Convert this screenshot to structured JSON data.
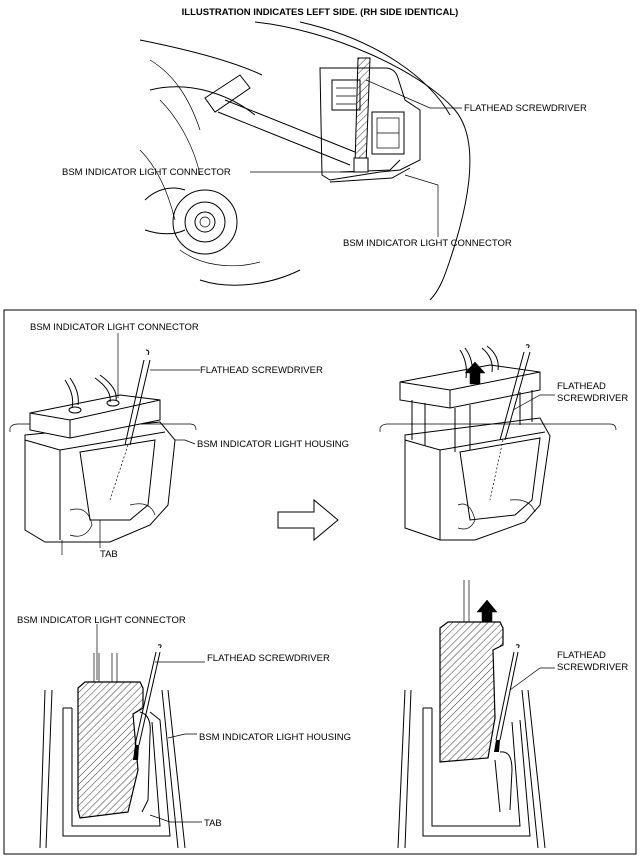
{
  "header": {
    "title": "ILLUSTRATION INDICATES LEFT SIDE. (RH SIDE IDENTICAL)"
  },
  "top_view": {
    "flathead_screwdriver": "FLATHEAD SCREWDRIVER",
    "connector_left": "BSM INDICATOR LIGHT CONNECTOR",
    "connector_bottom": "BSM INDICATOR LIGHT CONNECTOR"
  },
  "detail_upper_left": {
    "connector": "BSM INDICATOR LIGHT CONNECTOR",
    "screwdriver": "FLATHEAD SCREWDRIVER",
    "housing": "BSM INDICATOR LIGHT HOUSING",
    "tab": "TAB"
  },
  "detail_upper_right": {
    "screwdriver_line1": "FLATHEAD",
    "screwdriver_line2": "SCREWDRIVER"
  },
  "detail_lower_left": {
    "connector": "BSM INDICATOR LIGHT CONNECTOR",
    "screwdriver": "FLATHEAD SCREWDRIVER",
    "housing": "BSM INDICATOR LIGHT HOUSING",
    "tab": "TAB"
  },
  "detail_lower_right": {
    "screwdriver_line1": "FLATHEAD",
    "screwdriver_line2": "SCREWDRIVER"
  },
  "icons": {
    "direction_arrow": "right-arrow-icon",
    "lift_arrow": "up-arrow-icon"
  }
}
